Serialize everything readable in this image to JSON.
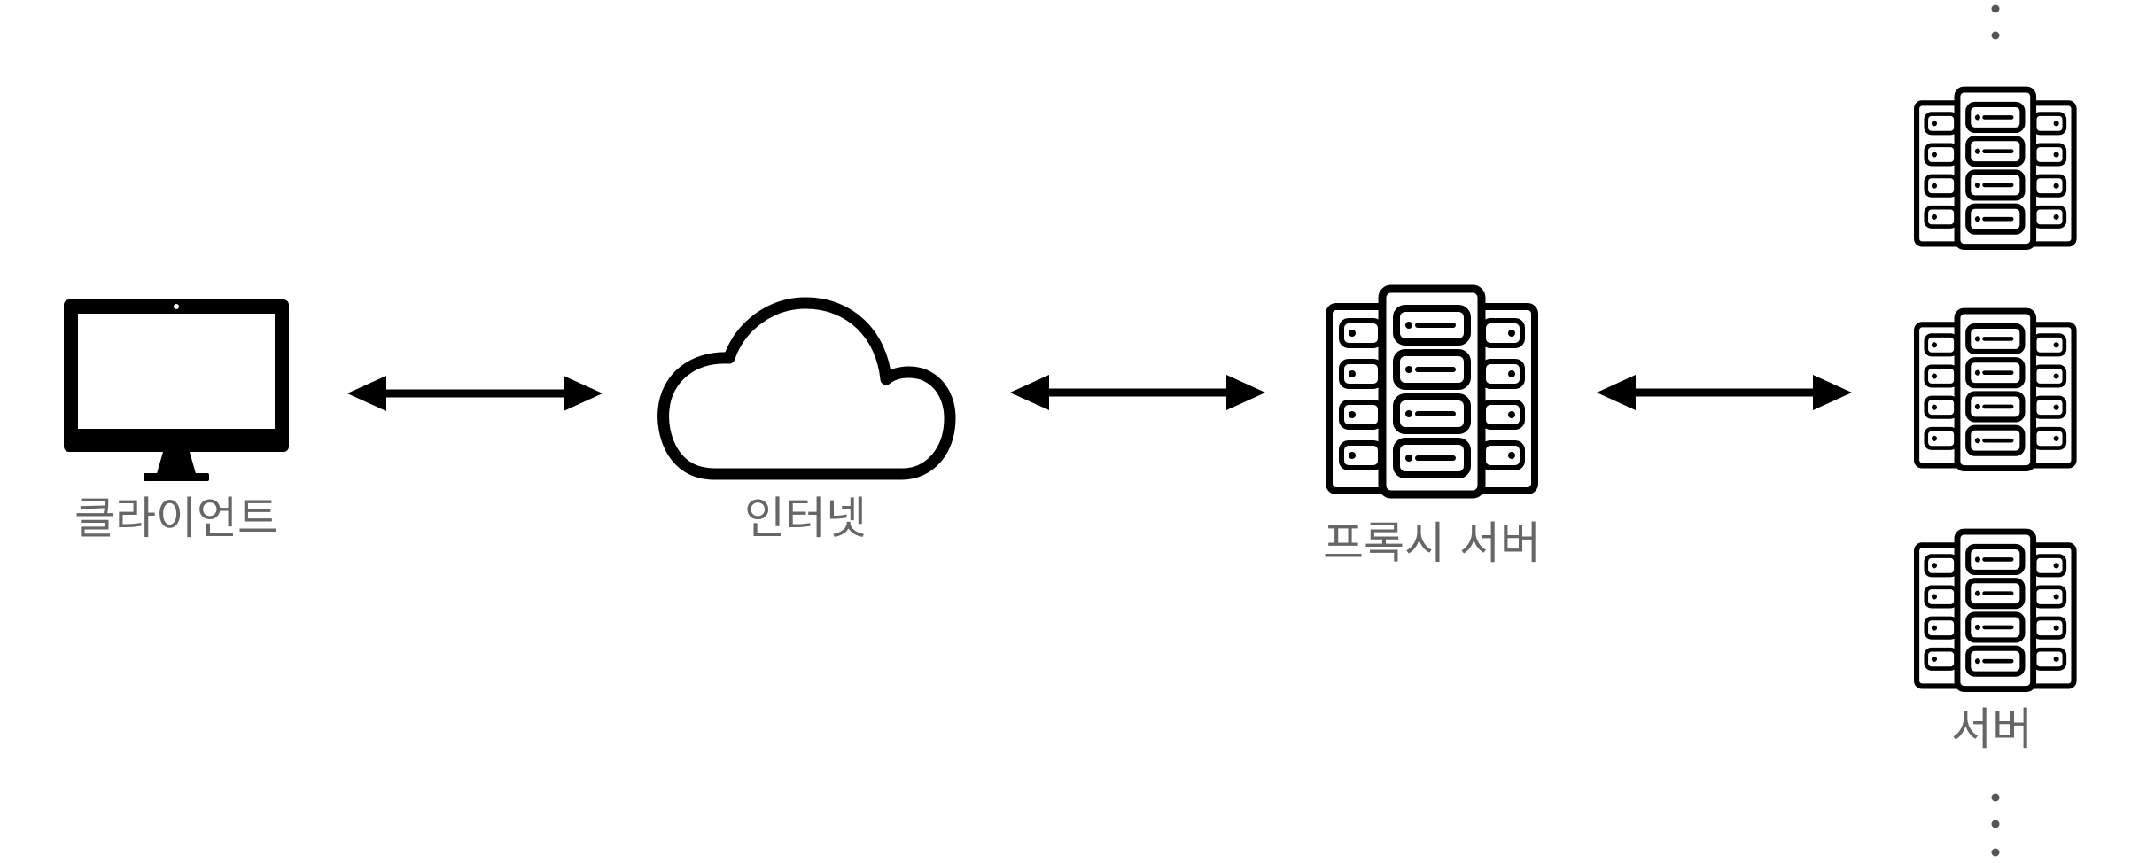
{
  "diagram": {
    "nodes": [
      {
        "id": "client",
        "label": "클라이언트",
        "icon": "monitor-icon"
      },
      {
        "id": "internet",
        "label": "인터넷",
        "icon": "cloud-icon"
      },
      {
        "id": "proxy",
        "label": "프록시 서버",
        "icon": "server-rack-icon"
      },
      {
        "id": "servers",
        "label": "서버",
        "icon": "server-rack-icon",
        "count_shown": 3,
        "continues": true
      }
    ],
    "edges": [
      {
        "from": "client",
        "to": "internet",
        "direction": "both"
      },
      {
        "from": "internet",
        "to": "proxy",
        "direction": "both"
      },
      {
        "from": "proxy",
        "to": "servers",
        "direction": "both"
      }
    ],
    "colors": {
      "stroke": "#000000",
      "label": "#666666",
      "background": "#ffffff"
    }
  }
}
